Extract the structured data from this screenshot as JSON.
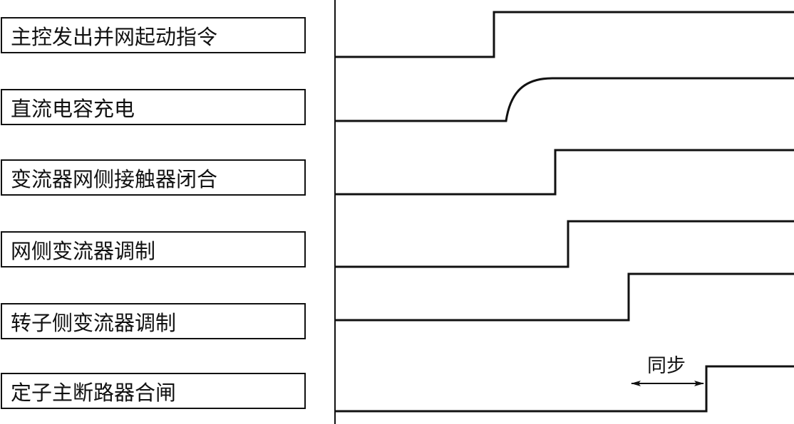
{
  "signals": [
    {
      "label": "主控发出并网起动指令"
    },
    {
      "label": "直流电容充电"
    },
    {
      "label": "变流器网侧接触器闭合"
    },
    {
      "label": "网侧变流器调制"
    },
    {
      "label": "转子侧变流器调制"
    },
    {
      "label": "定子主断路器合闸"
    }
  ],
  "annotation": {
    "sync_label": "同步"
  },
  "colors": {
    "line": "#111111",
    "background": "#ffffff"
  }
}
